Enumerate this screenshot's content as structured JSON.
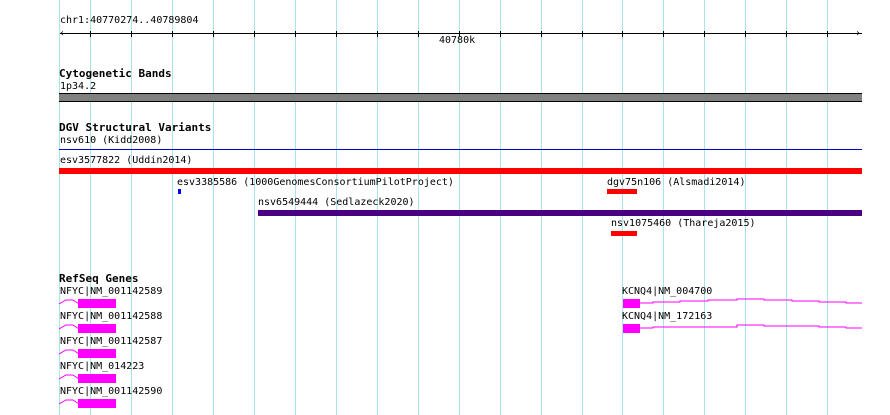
{
  "ruler": {
    "location": "chr1:40770274..40789804",
    "tick_label": "40780k"
  },
  "tracks": {
    "cyto": {
      "title": "Cytogenetic Bands",
      "band": "1p34.2",
      "color": "#808080"
    },
    "dgv": {
      "title": "DGV Structural Variants",
      "features": [
        {
          "label": "nsv610 (Kidd2008)",
          "color": "#0000cc"
        },
        {
          "label": "esv3577822 (Uddin2014)",
          "color": "#ff0000"
        },
        {
          "label": "esv3385586 (1000GenomesConsortiumPilotProject)",
          "color": "#0000ff"
        },
        {
          "label": "dgv75n106 (Alsmadi2014)",
          "color": "#ff0000"
        },
        {
          "label": "nsv6549444 (Sedlazeck2020)",
          "color": "#4b0082"
        },
        {
          "label": "nsv1075460 (Thareja2015)",
          "color": "#ff0000"
        }
      ]
    },
    "refseq": {
      "title": "RefSeq Genes",
      "color": "#ff00ff",
      "genes": [
        {
          "label": "NFYC|NM_001142589"
        },
        {
          "label": "NFYC|NM_001142588"
        },
        {
          "label": "NFYC|NM_001142587"
        },
        {
          "label": "NFYC|NM_014223"
        },
        {
          "label": "NFYC|NM_001142590"
        },
        {
          "label": "KCNQ4|NM_004700"
        },
        {
          "label": "KCNQ4|NM_172163"
        }
      ]
    }
  }
}
